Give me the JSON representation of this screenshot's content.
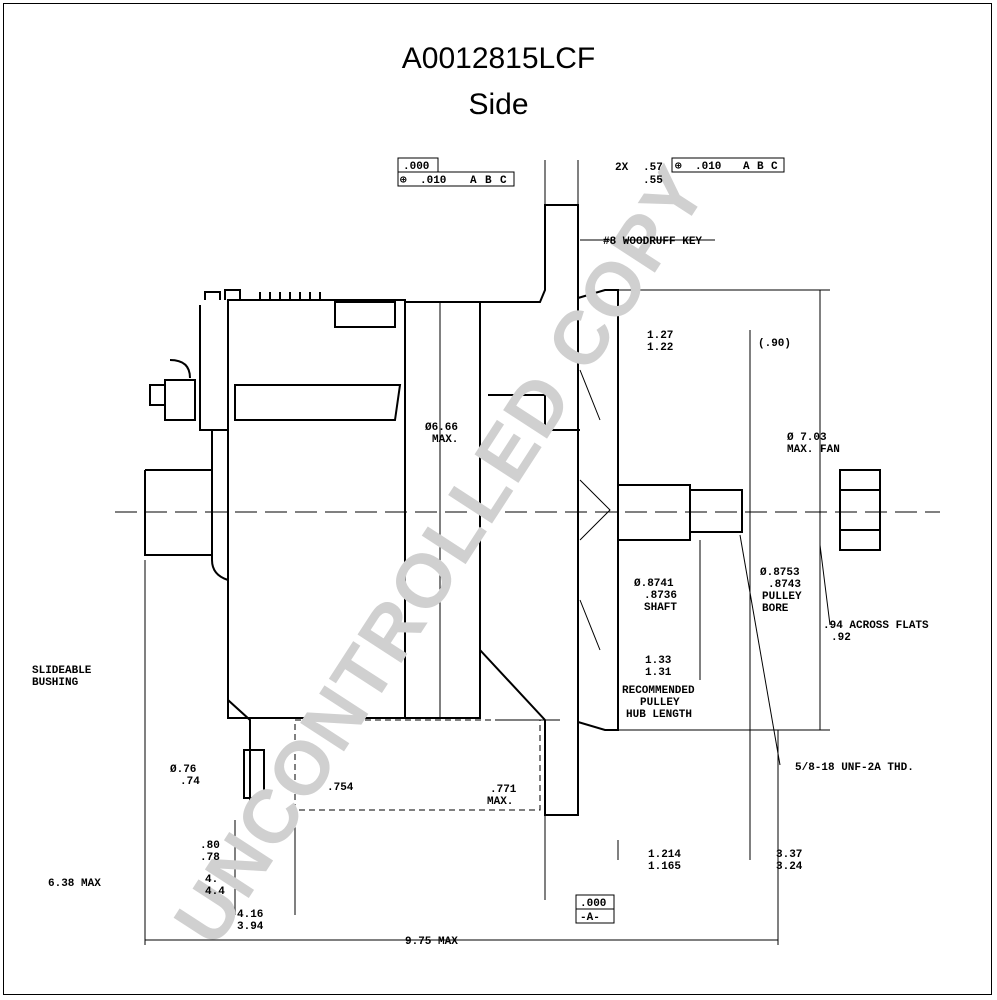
{
  "title": "A0012815LCF",
  "subtitle": "Side",
  "watermark": "UNCONTROLLED COPY",
  "tolerance_box_left": {
    "top": ".000",
    "symbol": "⊕",
    "value": ".010",
    "refs": [
      "A",
      "B",
      "C"
    ]
  },
  "tolerance_box_right": {
    "prefix": "2X",
    "upper": ".57",
    "lower": ".55",
    "symbol": "⊕",
    "value": ".010",
    "refs": [
      "A",
      "B",
      "C"
    ]
  },
  "datum_box": {
    "top": ".000",
    "label": "-A-"
  },
  "labels": {
    "woodruff": "#8 WOODRUFF KEY",
    "dim_127": "1.27",
    "dim_122": "1.22",
    "dim_90": "(.90)",
    "fan_dia_1": "Ø 7.03",
    "fan_dia_2": "MAX. FAN",
    "housing_dia_1": "Ø6.66",
    "housing_dia_2": "MAX.",
    "shaft_1": "Ø.8741",
    "shaft_2": ".8736",
    "shaft_3": "SHAFT",
    "bore_1": "Ø.8753",
    "bore_2": ".8743",
    "bore_3": "PULLEY",
    "bore_4": "BORE",
    "flats_1": ".94 ACROSS FLATS",
    "flats_2": ".92",
    "hub_1": "1.33",
    "hub_2": "1.31",
    "hub_3": "RECOMMENDED",
    "hub_4": "PULLEY",
    "hub_5": "HUB LENGTH",
    "thread": "5/8-18 UNF-2A THD.",
    "bushing_1": "SLIDEABLE",
    "bushing_2": "BUSHING",
    "dia76_1": "Ø.76",
    "dia76_2": ".74",
    "d754": ".754",
    "d771_1": ".771",
    "d771_2": "MAX.",
    "d80_1": ".80",
    "d80_2": ".78",
    "d44_1": "4.",
    "d44_2": "4.4",
    "d416_1": "4.16",
    "d416_2": "3.94",
    "d1214_1": "1.214",
    "d1214_2": "1.165",
    "d337_1": "3.37",
    "d337_2": "3.24",
    "d638": "6.38 MAX",
    "d975": "9.75 MAX"
  }
}
